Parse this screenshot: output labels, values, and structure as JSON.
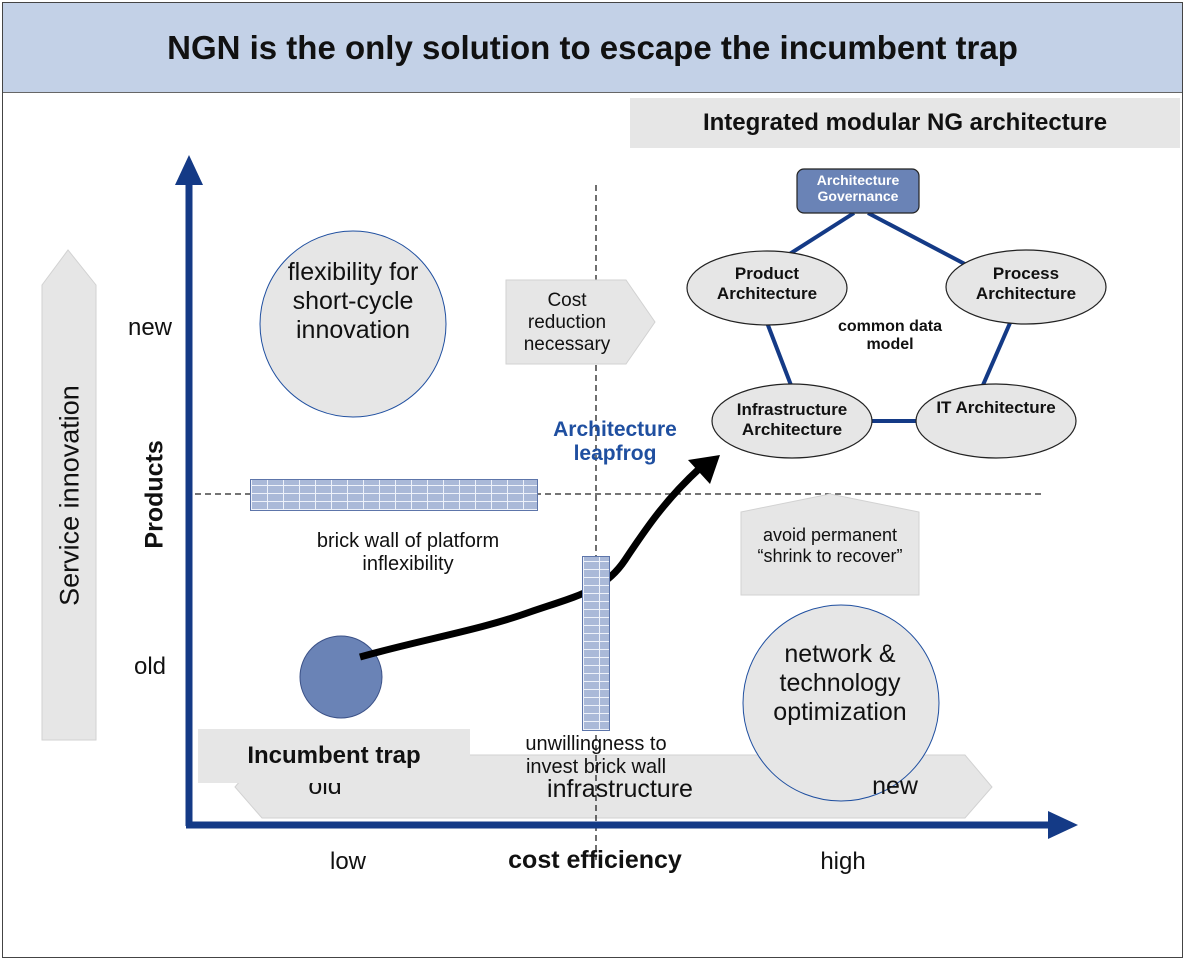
{
  "title": "NGN is the only solution to escape the incumbent trap",
  "y_axis": {
    "label": "Products",
    "tick_new": "new",
    "tick_old": "old"
  },
  "x_axis": {
    "label": "cost efficiency",
    "tick_low": "low",
    "tick_high": "high"
  },
  "side_arrow": {
    "label": "Service innovation"
  },
  "bottom_arrow": {
    "left": "old",
    "center": "infrastructure",
    "right": "new"
  },
  "quadrants": {
    "top_left": "flexibility for short-cycle innovation",
    "bottom_right": "network & technology optimization"
  },
  "callouts": {
    "cost_reduction": "Cost reduction necessary",
    "avoid": "avoid permanent “shrink to recover”",
    "brick_wall_platform": "brick wall of platform inflexibility",
    "unwillingness": "unwillingness to invest brick wall",
    "incumbent_trap": "Incumbent trap",
    "leapfrog": "Architecture leapfrog"
  },
  "architecture": {
    "heading": "Integrated modular NG architecture",
    "governance": "Architecture Governance",
    "product": "Product Architecture",
    "process": "Process Architecture",
    "infrastructure": "Infrastructure Architecture",
    "it": "IT Architecture",
    "center": "common data model"
  },
  "colors": {
    "axis": "#143a86",
    "accent": "#1f4fa0",
    "node_fill": "#6a83b6",
    "title_bg": "#c3d1e7"
  }
}
